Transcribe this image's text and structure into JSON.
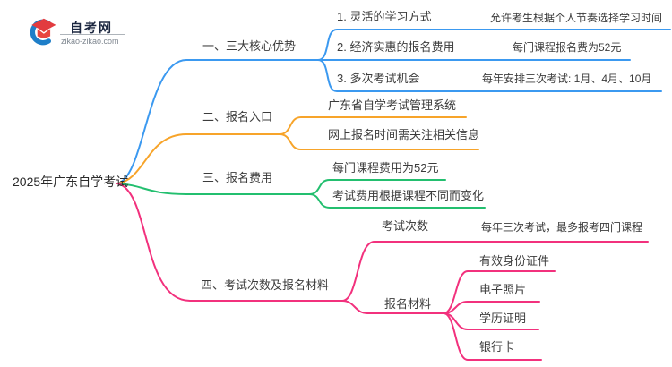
{
  "logo": {
    "title": "自考网",
    "domain": "zikao-zikao.com",
    "icon": "graduation-cap-logo-icon",
    "colors": {
      "crescent": "#1e7ec8",
      "cap": "#e23b3f",
      "title": "#1c2740",
      "domain": "#7f8790"
    }
  },
  "mindmap": {
    "root": {
      "label": "2025年广东自学考试"
    },
    "branches": [
      {
        "label": "一、三大核心优势",
        "color": "#3b99f0",
        "children": [
          {
            "label": "1. 灵活的学习方式",
            "detail": "允许考生根据个人节奏选择学习时间"
          },
          {
            "label": "2. 经济实惠的报名费用",
            "detail": "每门课程报名费为52元"
          },
          {
            "label": "3. 多次考试机会",
            "detail": "每年安排三次考试: 1月、4月、10月"
          }
        ]
      },
      {
        "label": "二、报名入口",
        "color": "#f7a42a",
        "children": [
          {
            "label": "广东省自学考试管理系统"
          },
          {
            "label": "网上报名时间需关注相关信息"
          }
        ]
      },
      {
        "label": "三、报名费用",
        "color": "#23bf6f",
        "children": [
          {
            "label": "每门课程费用为52元"
          },
          {
            "label": "考试费用根据课程不同而变化"
          }
        ]
      },
      {
        "label": "四、考试次数及报名材料",
        "color": "#f2317d",
        "children": [
          {
            "label": "考试次数",
            "detail": "每年三次考试，最多报考四门课程"
          },
          {
            "label": "报名材料",
            "children": [
              "有效身份证件",
              "电子照片",
              "学历证明",
              "银行卡"
            ]
          }
        ]
      }
    ]
  }
}
